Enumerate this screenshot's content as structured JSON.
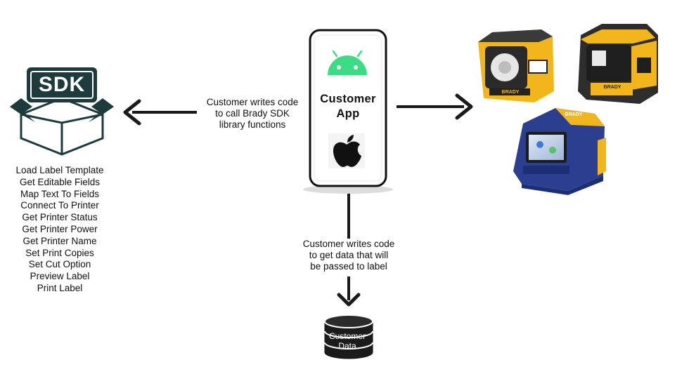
{
  "diagram": {
    "sdk_box": {
      "label": "SDK"
    },
    "sdk_functions": [
      "Load Label Template",
      "Get Editable Fields",
      "Map Text To Fields",
      "Connect To Printer",
      "Get Printer Status",
      "Get Printer Power",
      "Get Printer Name",
      "Set Print Copies",
      "Set Cut Option",
      "Preview Label",
      "Print Label"
    ],
    "phone": {
      "title_lines": [
        "Customer",
        "App"
      ],
      "icons": [
        "android-icon",
        "apple-icon"
      ]
    },
    "left_arrow_caption": [
      "Customer writes code",
      "to call Brady SDK",
      "library functions"
    ],
    "down_arrow_caption": [
      "Customer writes code",
      "to get data that will",
      "be passed to label"
    ],
    "database": {
      "label_lines": [
        "Customer",
        "Data"
      ],
      "icon": "database-icon"
    },
    "printers": {
      "brand": "BRADY",
      "items": [
        "printer-m211",
        "printer-m511",
        "printer-m611"
      ]
    },
    "colors": {
      "sdk_dark": "#1d3a3c",
      "android_green": "#3ddc84",
      "printer_yellow": "#f2b51c",
      "printer_dark": "#2a2a2a",
      "printer_blue": "#2c3e8f",
      "arrow": "#1a1a1a"
    }
  }
}
